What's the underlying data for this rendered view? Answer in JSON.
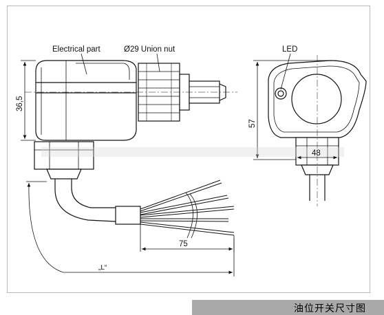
{
  "labels": {
    "electrical_part": "Electrical part",
    "union_nut": "Ø29 Union nut",
    "led": "LED"
  },
  "dimensions": {
    "height_left": "36,5",
    "height_right": "57",
    "width_right": "48",
    "wire_length": "75",
    "cable_length": "„L“"
  },
  "caption": "油位开关尺寸图"
}
